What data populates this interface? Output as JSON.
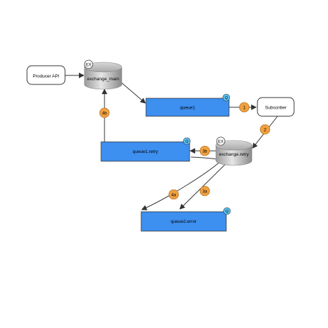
{
  "nodes": {
    "producer": "Producer API",
    "exchange_main": "exchange_main",
    "exchange_main_badge": "EX",
    "queue1": "queue1",
    "queue1_badge": "Q",
    "subscriber": "Subscriber",
    "queue1_retry": "queue1.retry",
    "queue1_retry_badge": "Q",
    "exchange_retry": "exchange.retry",
    "exchange_retry_badge": "EX",
    "queue2_error": "queue2.error",
    "queue2_error_badge": "Q"
  },
  "steps": {
    "s1": "1",
    "s2": "2",
    "s3a": "3a",
    "s3b": "3b",
    "s4a": "4a",
    "s4b": "4b"
  },
  "colors": {
    "queue_fill": "#3d8ff0",
    "queue_badge": "#5cc0f0",
    "step_circle": "#f0a040",
    "arrow": "#333333"
  }
}
